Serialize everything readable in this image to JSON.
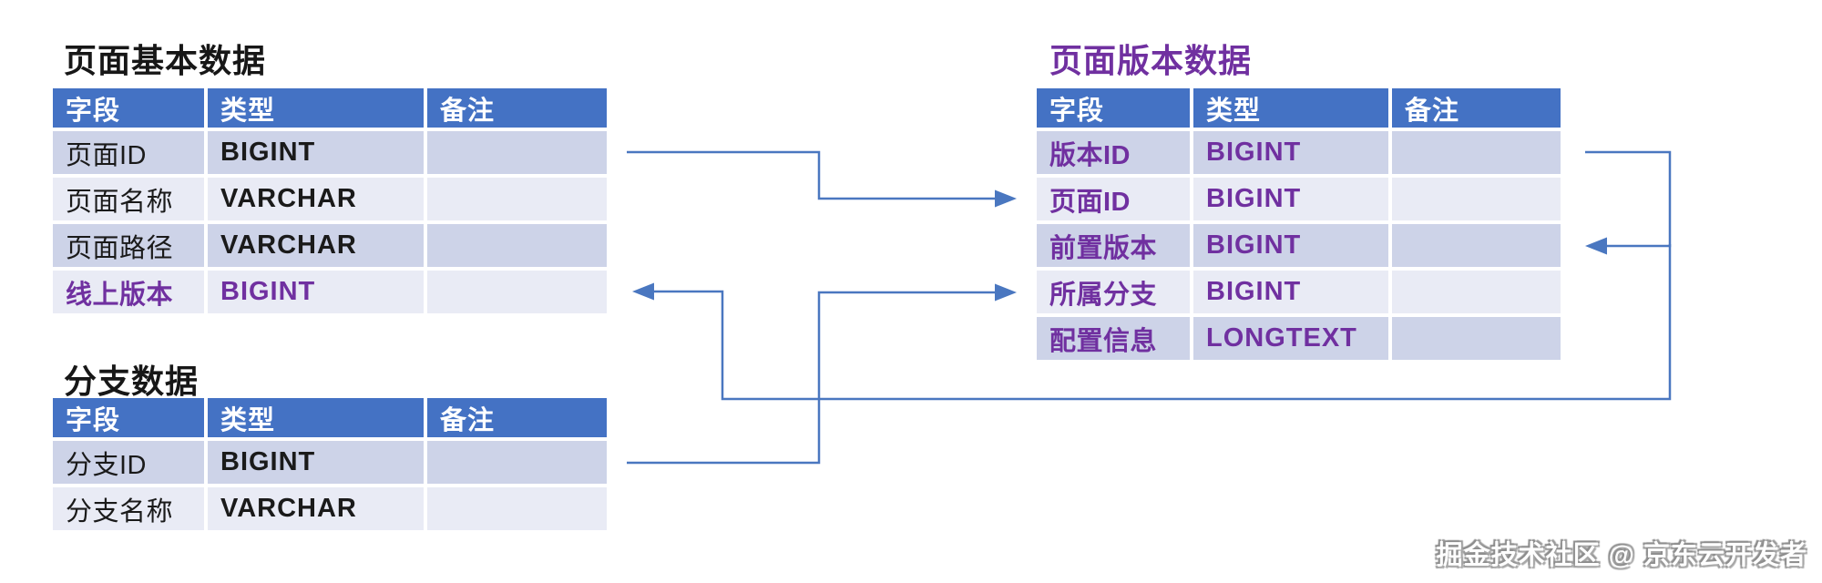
{
  "diagram": {
    "description": "Database schema diagram with three tables linked by arrows",
    "colors": {
      "header_bg": "#4472C4",
      "row_band_dark": "#CDD3E8",
      "row_band_light": "#E9EBF5",
      "purple_accent": "#7030A0",
      "connector_blue": "#4A77C0",
      "title_black": "#171717"
    }
  },
  "tables": [
    {
      "id": "page-basic",
      "title": "页面基本数据",
      "headers": [
        "字段",
        "类型",
        "备注"
      ],
      "rows": [
        {
          "field": "页面ID",
          "type": "BIGINT",
          "note": ""
        },
        {
          "field": "页面名称",
          "type": "VARCHAR",
          "note": ""
        },
        {
          "field": "页面路径",
          "type": "VARCHAR",
          "note": ""
        },
        {
          "field": "线上版本",
          "type": "BIGINT",
          "note": ""
        }
      ]
    },
    {
      "id": "page-version",
      "title": "页面版本数据",
      "headers": [
        "字段",
        "类型",
        "备注"
      ],
      "rows": [
        {
          "field": "版本ID",
          "type": "BIGINT",
          "note": ""
        },
        {
          "field": "页面ID",
          "type": "BIGINT",
          "note": ""
        },
        {
          "field": "前置版本",
          "type": "BIGINT",
          "note": ""
        },
        {
          "field": "所属分支",
          "type": "BIGINT",
          "note": ""
        },
        {
          "field": "配置信息",
          "type": "LONGTEXT",
          "note": ""
        }
      ]
    },
    {
      "id": "branch",
      "title": "分支数据",
      "headers": [
        "字段",
        "类型",
        "备注"
      ],
      "rows": [
        {
          "field": "分支ID",
          "type": "BIGINT",
          "note": ""
        },
        {
          "field": "分支名称",
          "type": "VARCHAR",
          "note": ""
        }
      ]
    }
  ],
  "relations": [
    {
      "from": "页面基本数据.页面ID",
      "to": "页面版本数据.页面ID"
    },
    {
      "from": "页面版本数据.版本ID",
      "to": "页面版本数据.前置版本"
    },
    {
      "from": "页面版本数据.版本ID",
      "to": "页面基本数据.线上版本"
    },
    {
      "from": "分支数据.分支ID",
      "to": "页面版本数据.所属分支"
    }
  ],
  "watermark": "掘金技术社区 @ 京东云开发者"
}
